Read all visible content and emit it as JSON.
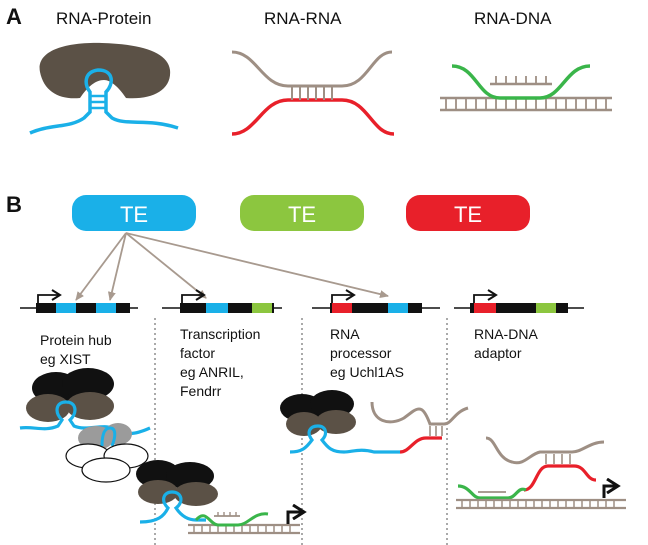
{
  "panel_a": {
    "letter": "A",
    "headers": [
      "RNA-Protein",
      "RNA-RNA",
      "RNA-DNA"
    ]
  },
  "panel_b": {
    "letter": "B",
    "te_boxes": [
      {
        "label": "TE",
        "color": "#1ab0e8"
      },
      {
        "label": "TE",
        "color": "#8cc63f"
      },
      {
        "label": "TE",
        "color": "#e8202a"
      }
    ],
    "columns": [
      {
        "lines": [
          "Protein hub",
          "eg XIST"
        ]
      },
      {
        "lines": [
          "Transcription",
          "factor",
          "eg ANRIL,",
          "Fendrr"
        ]
      },
      {
        "lines": [
          "RNA",
          "processor",
          "eg Uchl1AS"
        ]
      },
      {
        "lines": [
          "RNA-DNA",
          "adaptor"
        ]
      }
    ]
  },
  "colors": {
    "blue": "#1ab0e8",
    "green": "#3ab54a",
    "red": "#e8202a",
    "tan": "#9e8f84",
    "dark_protein": "#5b5146",
    "black": "#111111",
    "arrow": "#a89a8f"
  }
}
